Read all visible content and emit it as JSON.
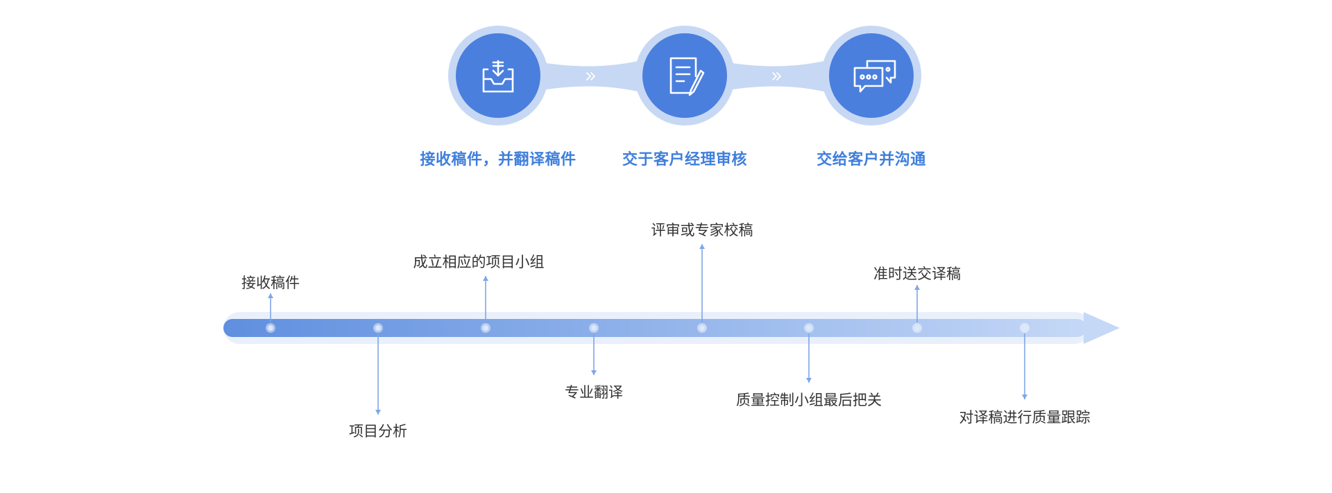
{
  "colors": {
    "primary": "#4a7fde",
    "primary_ring": "#c7d8f4",
    "label_blue": "#3f7fdc",
    "timeline_start": "#5f8fdf",
    "timeline_end": "#c5d8f6",
    "text_dark": "#333333"
  },
  "top_flow": {
    "steps": [
      {
        "icon": "download-tray-icon",
        "label": "接收稿件，并翻译稿件"
      },
      {
        "icon": "document-edit-icon",
        "label": "交于客户经理审核"
      },
      {
        "icon": "chat-bubbles-icon",
        "label": "交给客户并沟通"
      }
    ],
    "connector_icon": "double-chevron-right-icon"
  },
  "timeline": {
    "milestones": [
      {
        "label": "接收稿件",
        "position": "above"
      },
      {
        "label": "项目分析",
        "position": "below"
      },
      {
        "label": "成立相应的项目小组",
        "position": "above"
      },
      {
        "label": "专业翻译",
        "position": "below"
      },
      {
        "label": "评审或专家校稿",
        "position": "above"
      },
      {
        "label": "质量控制小组最后把关",
        "position": "below"
      },
      {
        "label": "准时送交译稿",
        "position": "above"
      },
      {
        "label": "对译稿进行质量跟踪",
        "position": "below"
      }
    ]
  }
}
